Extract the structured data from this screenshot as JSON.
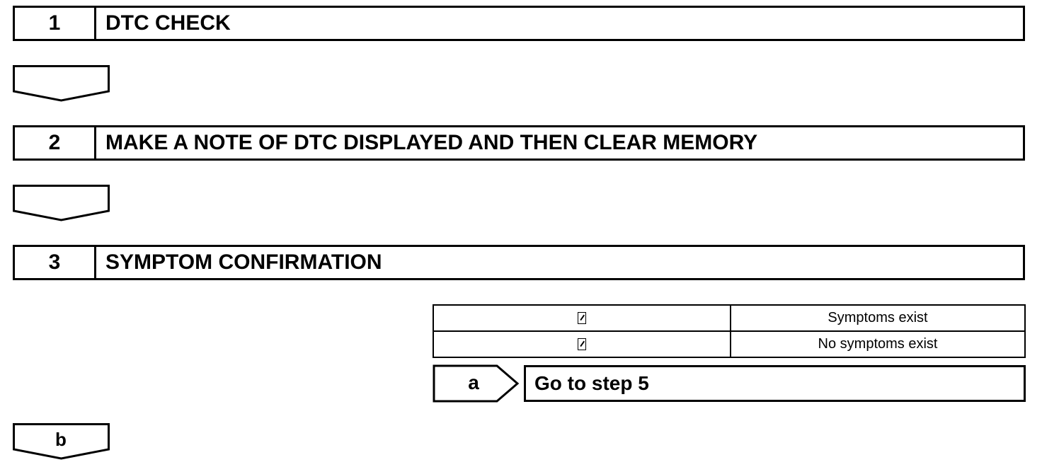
{
  "steps": [
    {
      "number": "1",
      "title": "DTC CHECK"
    },
    {
      "number": "2",
      "title": "MAKE A NOTE OF DTC DISPLAYED AND THEN CLEAR MEMORY"
    },
    {
      "number": "3",
      "title": "SYMPTOM CONFIRMATION"
    }
  ],
  "result_table": {
    "rows": [
      {
        "code": "",
        "result": "Symptoms exist"
      },
      {
        "code": "",
        "result": "No symptoms exist"
      }
    ]
  },
  "branch_a": {
    "label": "a",
    "target": "Go to step 5"
  },
  "continue_b": {
    "label": "b"
  }
}
